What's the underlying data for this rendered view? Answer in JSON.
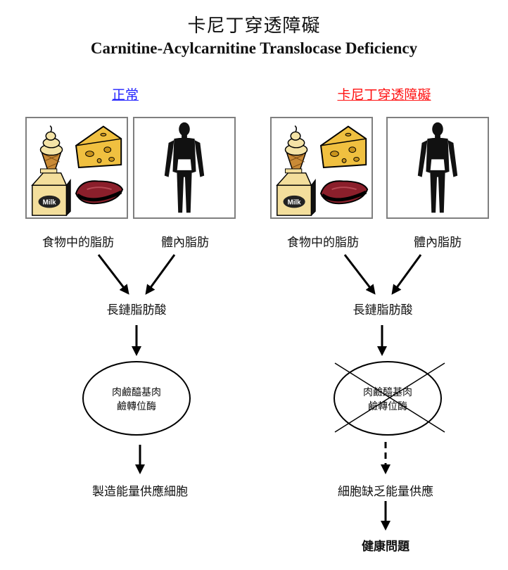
{
  "title_zh": "卡尼丁穿透障礙",
  "title_en": "Carnitine-Acylcarnitine Translocase Deficiency",
  "colors": {
    "normal_heading": "#2222ff",
    "disorder_heading": "#ff1111"
  },
  "normal": {
    "heading": "正常",
    "food_fat": "食物中的脂肪",
    "body_fat": "體內脂肪",
    "lcfa": "長鏈脂肪酸",
    "enzyme_line1": "肉鹼醯基肉",
    "enzyme_line2": "鹼轉位酶",
    "outcome": "製造能量供應細胞"
  },
  "disorder": {
    "heading": "卡尼丁穿透障礙",
    "food_fat": "食物中的脂肪",
    "body_fat": "體內脂肪",
    "lcfa": "長鏈脂肪酸",
    "enzyme_line1": "肉鹼醯基肉",
    "enzyme_line2": "鹼轉位酶",
    "outcome": "細胞缺乏能量供應",
    "health": "健康問題"
  },
  "icons": [
    "ice-cream-icon",
    "cheese-icon",
    "milk-carton-icon",
    "steak-icon",
    "human-silhouette-icon"
  ],
  "milk_label": "Milk"
}
